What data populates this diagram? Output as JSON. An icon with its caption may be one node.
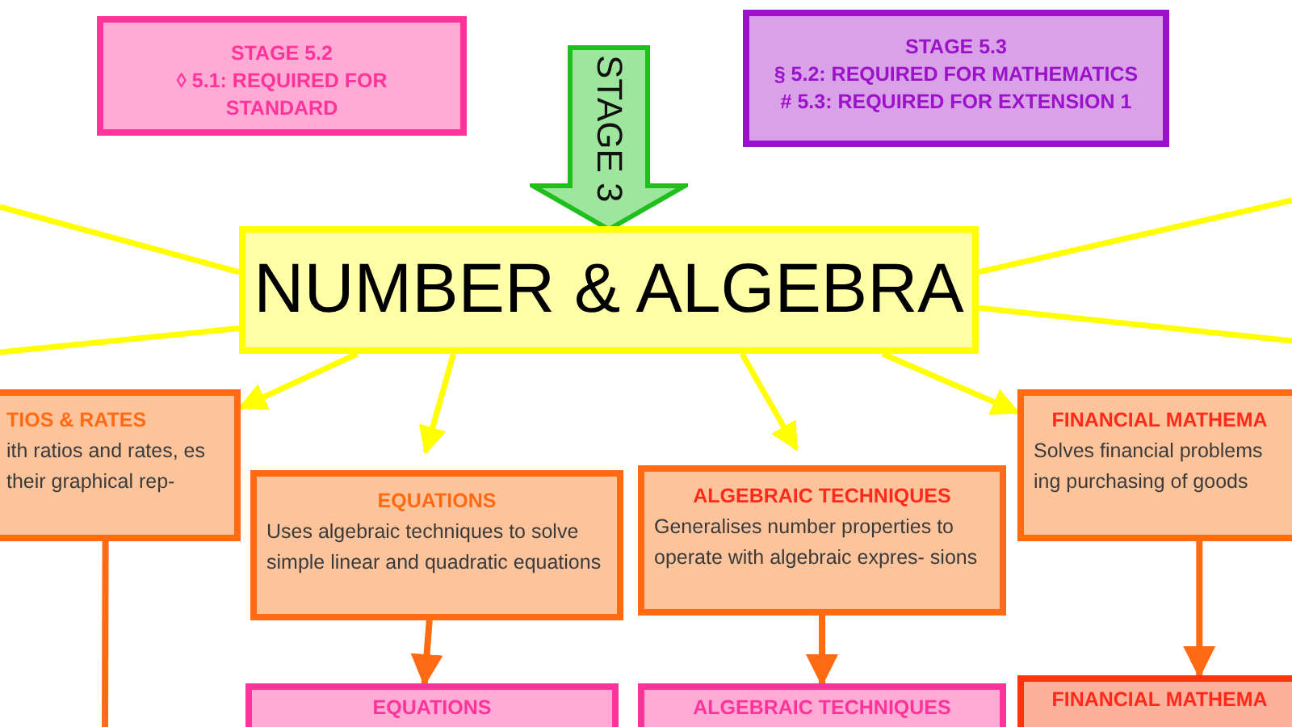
{
  "diagram": {
    "nodes": [
      {
        "text": [
          "STAGE 5.2",
          "◊ 5.1: REQUIRED FOR STANDARD"
        ]
      },
      {
        "text": [
          "STAGE 5.3",
          "§ 5.2: REQUIRED FOR MATHEMATICS",
          "# 5.3: REQUIRED FOR EXTENSION 1"
        ]
      },
      {
        "text": [
          "STAGE 3"
        ]
      },
      {
        "text": [
          "NUMBER & ALGEBRA"
        ]
      },
      {
        "text": [
          "TIOS & RATES",
          "ith ratios and rates, es their graphical rep-"
        ]
      },
      {
        "text": [
          "EQUATIONS",
          "Uses algebraic techniques to solve simple linear and quadratic equations"
        ]
      },
      {
        "text": [
          "ALGEBRAIC TECHNIQUES",
          "Generalises number properties to operate with algebraic expres- sions"
        ]
      },
      {
        "text": [
          "FINANCIAL MATHEMA",
          "Solves financial problems ing purchasing of goods"
        ]
      },
      {
        "text": [
          "EQUATIONS"
        ]
      },
      {
        "text": [
          "ALGEBRAIC TECHNIQUES"
        ]
      },
      {
        "text": [
          "FINANCIAL MATHEMA"
        ]
      }
    ],
    "edges": [
      {
        "from": 3,
        "to": 4,
        "arrow": "to"
      },
      {
        "from": 3,
        "to": 5,
        "arrow": "to"
      },
      {
        "from": 3,
        "to": 6,
        "arrow": "to"
      },
      {
        "from": 3,
        "to": 7,
        "arrow": "to"
      },
      {
        "from": 3,
        "to": null,
        "arrow": "none"
      },
      {
        "from": 3,
        "to": null,
        "arrow": "none"
      },
      {
        "from": 3,
        "to": null,
        "arrow": "none"
      },
      {
        "from": 3,
        "to": null,
        "arrow": "none"
      },
      {
        "from": 5,
        "to": 8,
        "arrow": "to",
        "color": "#ff6a13"
      },
      {
        "from": 6,
        "to": 9,
        "arrow": "to",
        "color": "#ff6a13"
      },
      {
        "from": 7,
        "to": 10,
        "arrow": "to",
        "color": "#ff6a13"
      },
      {
        "from": 4,
        "to": null,
        "arrow": "none",
        "color": "#ff6a13"
      }
    ]
  }
}
